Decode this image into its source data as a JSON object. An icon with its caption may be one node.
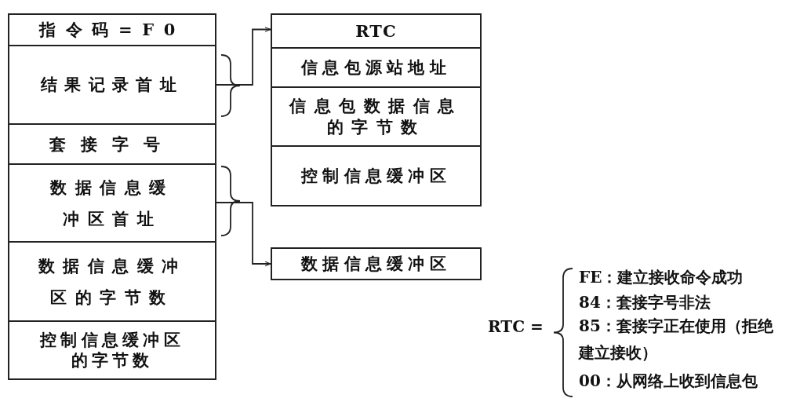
{
  "diagram": {
    "nodes": [
      {
        "text": [
          "指令码=F0"
        ]
      },
      {
        "text": [
          "结果记录首址"
        ]
      },
      {
        "text": [
          "套接字号"
        ]
      },
      {
        "text": [
          "数据信息缓冲区首址"
        ]
      },
      {
        "text": [
          "数据信息缓冲区的字节数"
        ]
      },
      {
        "text": [
          "控制信息缓冲区的字节数"
        ]
      },
      {
        "text": [
          "RTC"
        ]
      },
      {
        "text": [
          "信息包源站地址"
        ]
      },
      {
        "text": [
          "信息包数据信息的字节数"
        ]
      },
      {
        "text": [
          "控制信息缓冲区"
        ]
      },
      {
        "text": [
          "数据信息缓冲区"
        ]
      }
    ],
    "edges": [
      {
        "from": 1,
        "to": 6,
        "arrow": "to"
      },
      {
        "from": 3,
        "to": 10,
        "arrow": "to"
      }
    ],
    "labels": [
      "RTC =",
      "FE：建立接收命令成功",
      "84：套接字号非法",
      "85：套接字正在使用（拒绝建立接收）",
      "00：从网络上收到信息包"
    ]
  }
}
